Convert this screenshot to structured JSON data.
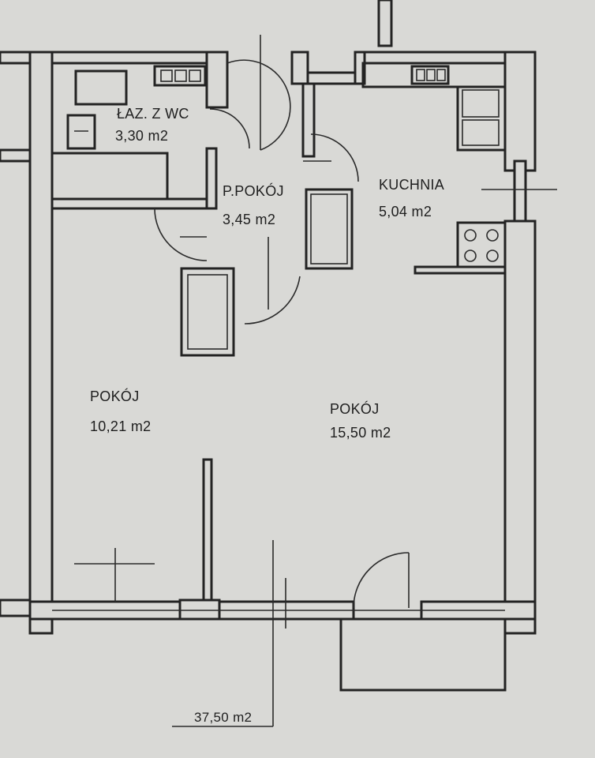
{
  "rooms": [
    {
      "name": "ŁAZ. Z WC",
      "area": "3,30 m2"
    },
    {
      "name": "P.POKÓJ",
      "area": "3,45 m2"
    },
    {
      "name": "KUCHNIA",
      "area": "5,04 m2"
    },
    {
      "name": "POKÓJ",
      "area": "10,21 m2"
    },
    {
      "name": "POKÓJ",
      "area": "15,50 m2"
    }
  ],
  "total_area": "37,50 m2",
  "colors": {
    "paper": "#d9d9d6",
    "ink": "#232323"
  }
}
